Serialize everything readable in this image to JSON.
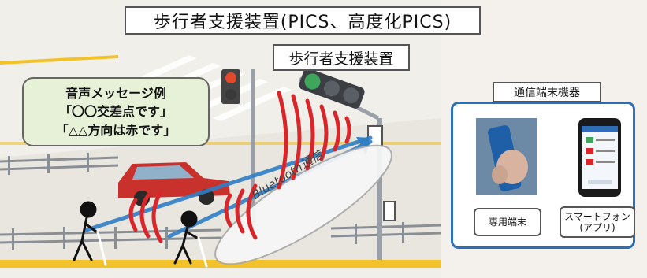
{
  "title": "歩行者支援装置(PICS、高度化PICS)",
  "device_label": "歩行者支援装置",
  "voice_bubble": {
    "heading": "音声メッセージ例",
    "line1": "「〇〇交差点です」",
    "line2": "「△△方向は赤です」"
  },
  "bluetooth_label": "Bluetooth通信",
  "terminals": {
    "title": "通信端末機器",
    "dedicated_label": "専用端末",
    "smartphone_label_line1": "スマートフォン",
    "smartphone_label_line2": "(アプリ)"
  },
  "colors": {
    "signal_arc": "#d9262a",
    "bluetooth_beam": "#2f7ec6",
    "panel_border": "#2b6fb5",
    "bubble_fill": "#e6f1d8",
    "car": "#c9312d"
  }
}
